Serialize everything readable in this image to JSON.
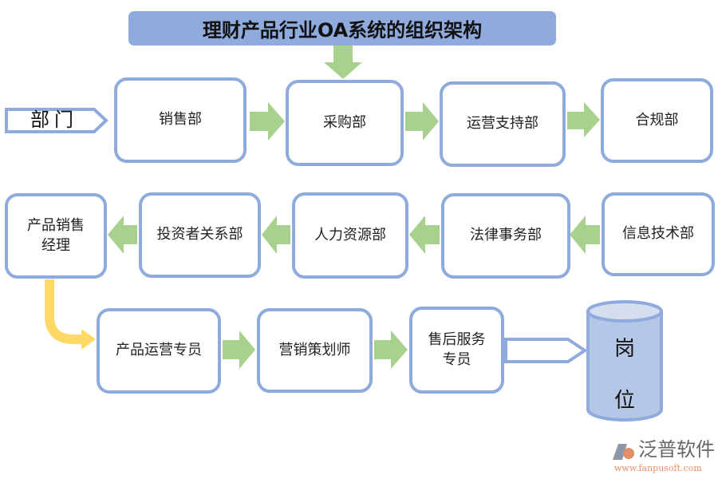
{
  "title": "理财产品行业OA系统的组织架构",
  "department_label": "部门",
  "position_label_1": "岗",
  "position_label_2": "位",
  "row1": [
    "销售部",
    "采购部",
    "运营支持部",
    "合规部"
  ],
  "row2": [
    "产品销售经理",
    "投资者关系部",
    "人力资源部",
    "法律事务部",
    "信息技术部"
  ],
  "row3": [
    "产品运营专员",
    "营销策划师",
    "售后服务专员"
  ],
  "logo": {
    "name": "泛普软件",
    "url": "www.fanpusoft.com"
  },
  "colors": {
    "box_border": "#8faadc",
    "arrow": "#a9d18e",
    "connector": "#ffd966",
    "cylinder": "#b4c7e7"
  }
}
